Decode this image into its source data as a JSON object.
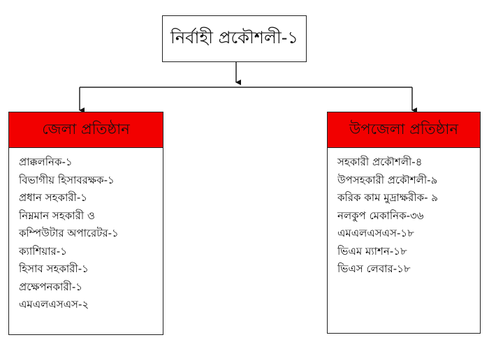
{
  "top": {
    "title": "নির্বাহী প্রকৌশলী-১"
  },
  "district": {
    "title": "জেলা প্রতিষ্ঠান",
    "items": [
      "প্রাক্কলনিক-১",
      "বিভাগীয় হিসাবরক্ষক-১",
      "প্রধান সহকারী-১",
      "নিম্নমান সহকারী ও",
      "কম্পিউটার অপারেটর-১",
      "ক্যাশিয়ার-১",
      "হিসাব সহকারী-১",
      "প্রক্ষেপনকারী-১",
      "এমএলএসএস-২"
    ]
  },
  "upazila": {
    "title": "উপজেলা প্রতিষ্ঠান",
    "items": [
      "সহকারী প্রকৌশলী-৪",
      "উপসহকারী প্রকৌশলী-৯",
      "করিক কাম মুদ্রাক্ষরীক- ৯",
      "নলকুপ মেকানিক-৩৬",
      "এমএলএসএস-১৮",
      "ভিএম ম্যাশন-১৮",
      "ভিএস লেবার-১৮"
    ]
  },
  "colors": {
    "header": "#f20000",
    "line": "#222222"
  }
}
